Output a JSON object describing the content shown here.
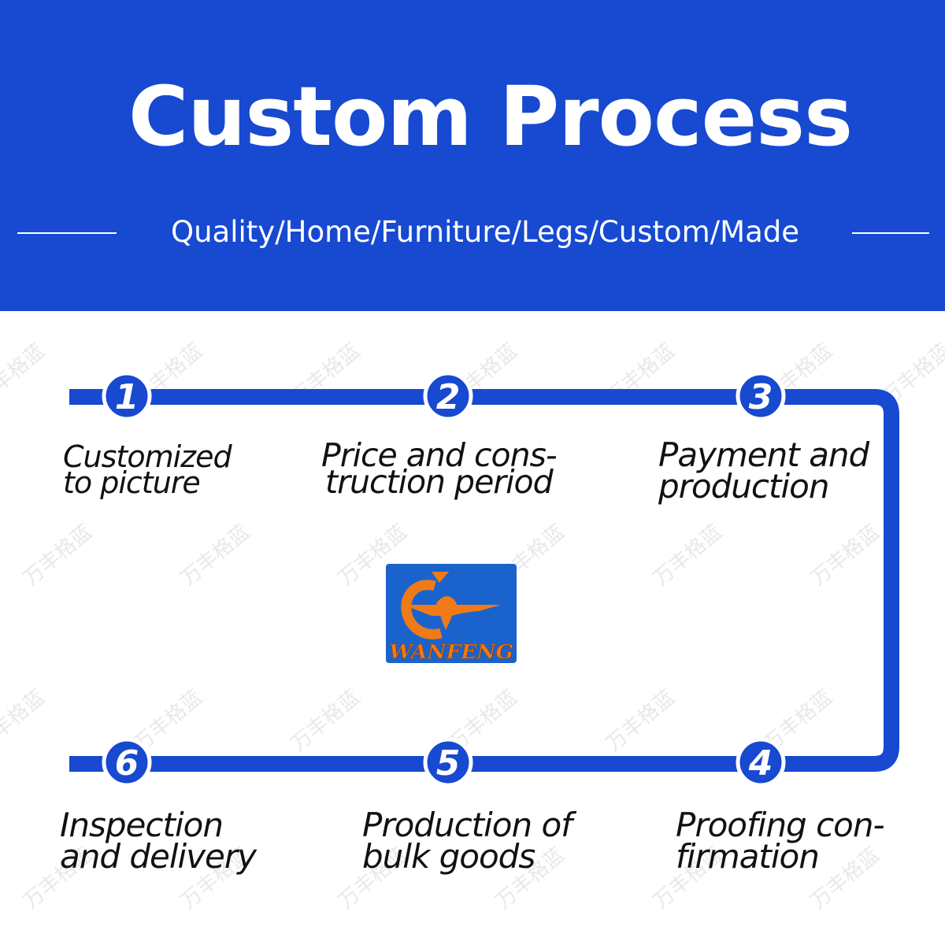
{
  "header": {
    "title": "Custom Process",
    "subtitle": "Quality/Home/Furniture/Legs/Custom/Made"
  },
  "steps": [
    {
      "number": "1",
      "label": "Customized\nto picture"
    },
    {
      "number": "2",
      "label": "Price and cons-\ntruction period"
    },
    {
      "number": "3",
      "label": "Payment and\nproduction"
    },
    {
      "number": "4",
      "label": "Proofing con-\nfirmation"
    },
    {
      "number": "5",
      "label": "Production of\nbulk goods"
    },
    {
      "number": "6",
      "label": "Inspection\nand delivery"
    }
  ],
  "logo": {
    "text": "WANFENG"
  },
  "watermark": {
    "text": "万丰格蓝"
  },
  "colors": {
    "brand_blue": "#1749d1",
    "logo_orange": "#f07a18"
  }
}
